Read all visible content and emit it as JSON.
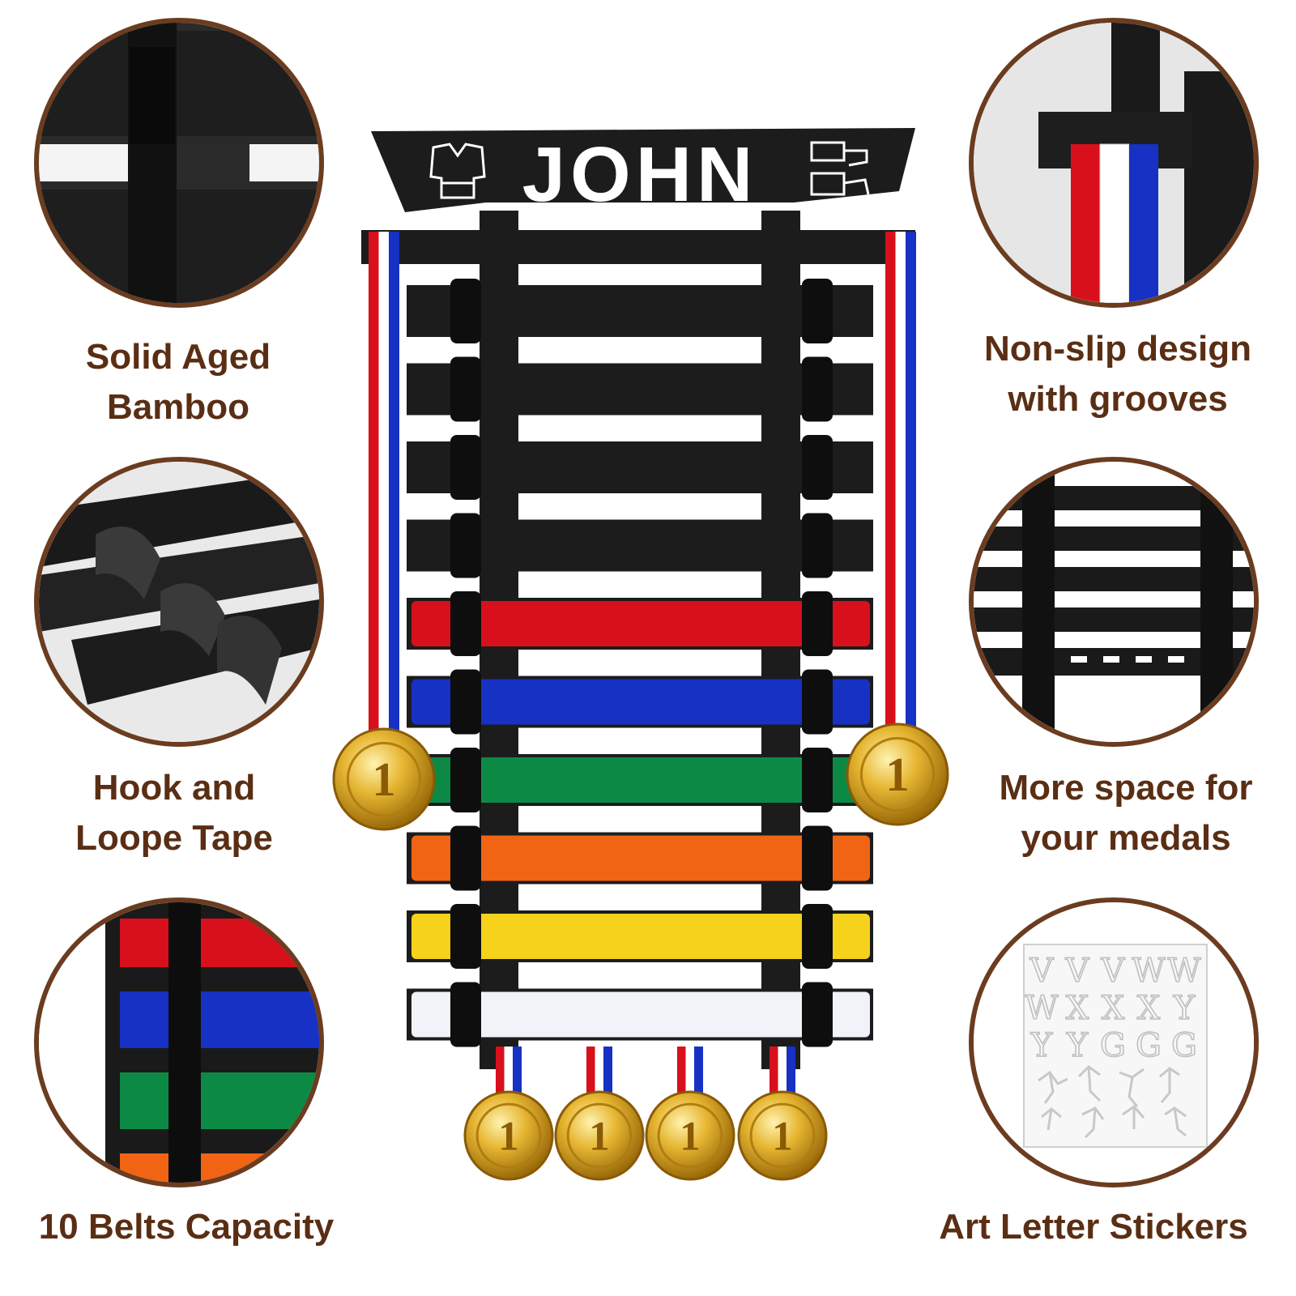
{
  "features": {
    "top_left": {
      "line1": "Solid Aged",
      "line2": "Bamboo"
    },
    "mid_left": {
      "line1": "Hook and",
      "line2": "Loope Tape"
    },
    "bottom_left": {
      "line1": "10 Belts Capacity"
    },
    "top_right": {
      "line1": "Non-slip design",
      "line2": "with grooves"
    },
    "mid_right": {
      "line1": "More space for",
      "line2": "your medals"
    },
    "bottom_right": {
      "line1": "Art Letter Stickers"
    }
  },
  "rack": {
    "name_plate_text": "JOHN",
    "medal_number": "1",
    "belt_colors": [
      "#d8101c",
      "#1631c4",
      "#0c8a45",
      "#f06414",
      "#f6d21a",
      "#f2f3f8"
    ],
    "empty_slats": 4
  },
  "sticker_sheet": {
    "letters": [
      "V",
      "V",
      "V",
      "W",
      "W",
      "W",
      "X",
      "X",
      "X",
      "Y",
      "Y",
      "Y",
      "G",
      "G",
      "G"
    ]
  },
  "colors": {
    "caption": "#5a2e14",
    "circle_border": "#6b3c20",
    "wood": "#1c1c1c",
    "gold": "#d9a521"
  }
}
